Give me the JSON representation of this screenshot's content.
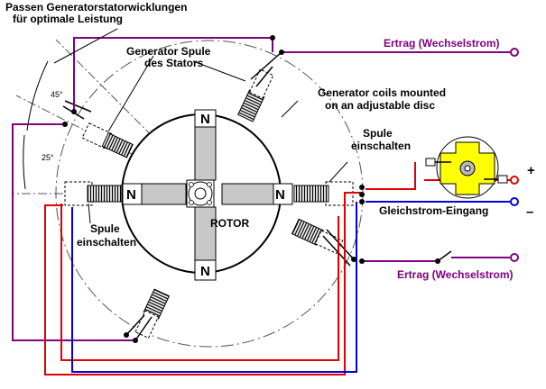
{
  "labels": {
    "title_line1": "Passen Generatorstatorwicklungen",
    "title_line2": "für optimale Leistung",
    "stator_coil_line1": "Generator Spule",
    "stator_coil_line2": "des Stators",
    "coils_mounted_line1": "Generator coils mounted",
    "coils_mounted_line2": "on an adjustable disc",
    "coil_switch_right_line1": "Spule",
    "coil_switch_right_line2": "einschalten",
    "coil_switch_left_line1": "Spule",
    "coil_switch_left_line2": "einschalten",
    "output_ac_top": "Ertrag (Wechselstrom)",
    "output_ac_bottom": "Ertrag (Wechselstrom)",
    "dc_input": "Gleichstrom-Eingang",
    "rotor": "ROTOR",
    "angle_45": "45°",
    "angle_25": "25°",
    "plus": "+",
    "minus": "–"
  },
  "poles": {
    "top": "N",
    "bottom": "N",
    "left": "N",
    "right": "N"
  },
  "colors": {
    "ac_wire": "#800080",
    "dc_positive": "#e00000",
    "dc_negative": "#0000dd",
    "pole_fill": "#c8c8c8",
    "commutator": "#ffff00",
    "wire_black": "#000000"
  }
}
